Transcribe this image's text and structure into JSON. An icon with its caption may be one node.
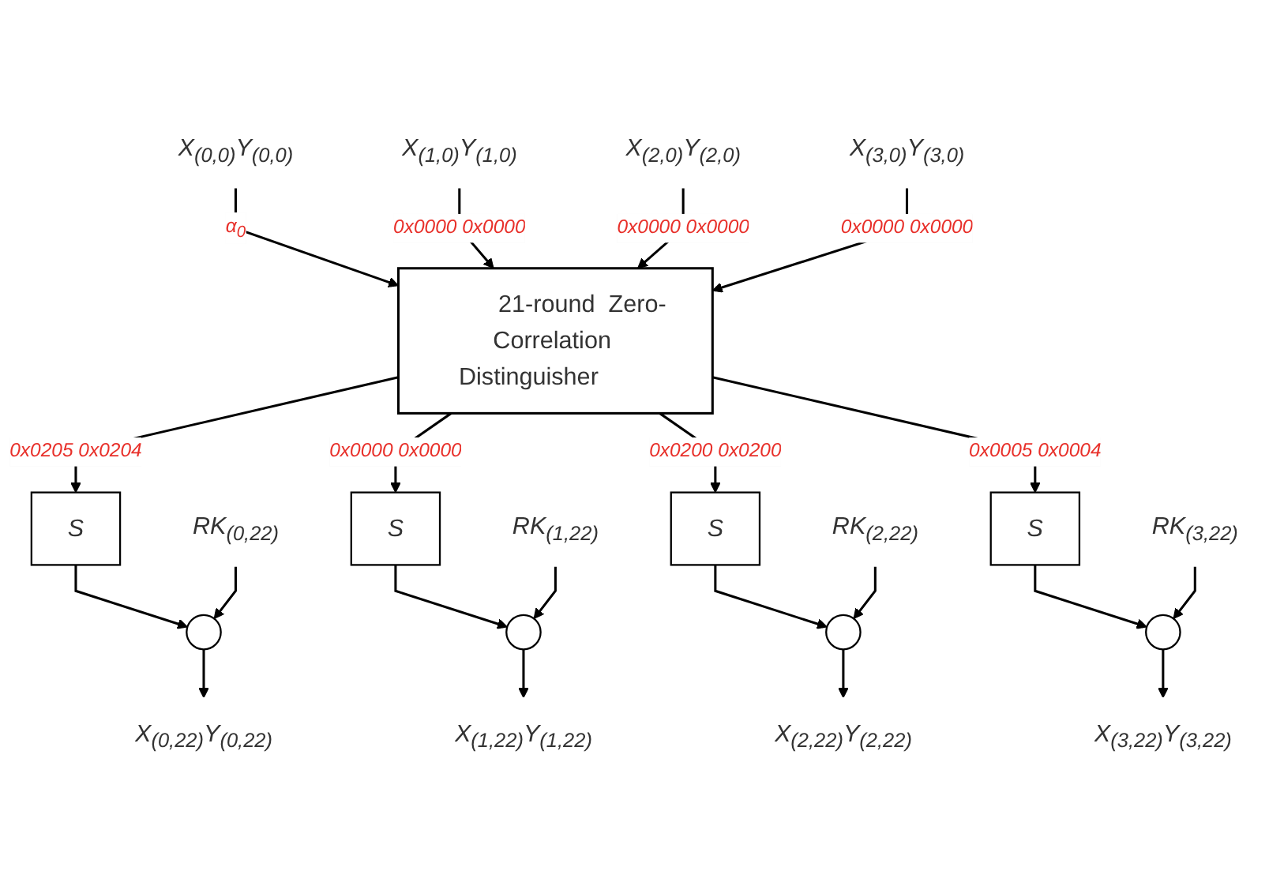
{
  "diagram": {
    "nodes": [
      {
        "text": [
          "X$_{(0,0)}$Y$_{(0,0)}$"
        ]
      },
      {
        "text": [
          "X$_{(1,0)}$Y$_{(1,0)}$"
        ]
      },
      {
        "text": [
          "X$_{(2,0)}$Y$_{(2,0)}$"
        ]
      },
      {
        "text": [
          "X$_{(3,0)}$Y$_{(3,0)}$"
        ]
      },
      {
        "text": [
          "21-round  Zero-Correlation Distinguisher"
        ]
      },
      {
        "text": [
          "S"
        ]
      },
      {
        "text": [
          "S"
        ]
      },
      {
        "text": [
          "S"
        ]
      },
      {
        "text": [
          "S"
        ]
      },
      {
        "text": [
          "RK$_{(0,22)}$"
        ]
      },
      {
        "text": [],
        "shape": "circle"
      },
      {
        "text": [
          "RK$_{(1,22)}$"
        ]
      },
      {
        "text": [],
        "shape": "circle"
      },
      {
        "text": [
          "RK$_{(2,22)}$"
        ]
      },
      {
        "text": [],
        "shape": "circle"
      },
      {
        "text": [
          "RK$_{(3,22)}$"
        ]
      },
      {
        "text": [],
        "shape": "circle"
      },
      {
        "text": [
          "X$_{(0,22)}$Y$_{(0,22)}$"
        ]
      },
      {
        "text": [
          "X$_{(1,22)}$Y$_{(1,22)}$"
        ]
      },
      {
        "text": [
          "X$_{(2,22)}$Y$_{(2,22)}$"
        ]
      },
      {
        "text": [
          "X$_{(3,22)}$Y$_{(3,22)}$"
        ]
      }
    ],
    "edges": [
      {
        "from": 0,
        "to": 4,
        "arrow": "to",
        "label": "α$_{0}$"
      },
      {
        "from": 1,
        "to": 4,
        "arrow": "to",
        "label": "0x0000 0x0000"
      },
      {
        "from": 2,
        "to": 4,
        "arrow": "to",
        "label": "0x0000 0x0000"
      },
      {
        "from": 3,
        "to": 4,
        "arrow": "to",
        "label": "0x0000 0x0000"
      },
      {
        "from": 4,
        "to": 5,
        "arrow": "to",
        "label": "0x0205 0x0204"
      },
      {
        "from": 4,
        "to": 6,
        "arrow": "to",
        "label": "0x0000 0x0000"
      },
      {
        "from": 4,
        "to": 7,
        "arrow": "to",
        "label": "0x0200 0x0200"
      },
      {
        "from": 4,
        "to": 8,
        "arrow": "to",
        "label": "0x0005 0x0004"
      },
      {
        "from": 5,
        "to": 10,
        "arrow": "to"
      },
      {
        "from": 9,
        "to": 10,
        "arrow": "to"
      },
      {
        "from": 6,
        "to": 12,
        "arrow": "to"
      },
      {
        "from": 11,
        "to": 12,
        "arrow": "to"
      },
      {
        "from": 7,
        "to": 14,
        "arrow": "to"
      },
      {
        "from": 13,
        "to": 14,
        "arrow": "to"
      },
      {
        "from": 8,
        "to": 16,
        "arrow": "to"
      },
      {
        "from": 15,
        "to": 16,
        "arrow": "to"
      },
      {
        "from": 10,
        "to": 17,
        "arrow": "to"
      },
      {
        "from": 12,
        "to": 18,
        "arrow": "to"
      },
      {
        "from": 14,
        "to": 19,
        "arrow": "to"
      },
      {
        "from": 16,
        "to": 20,
        "arrow": "to"
      }
    ]
  }
}
